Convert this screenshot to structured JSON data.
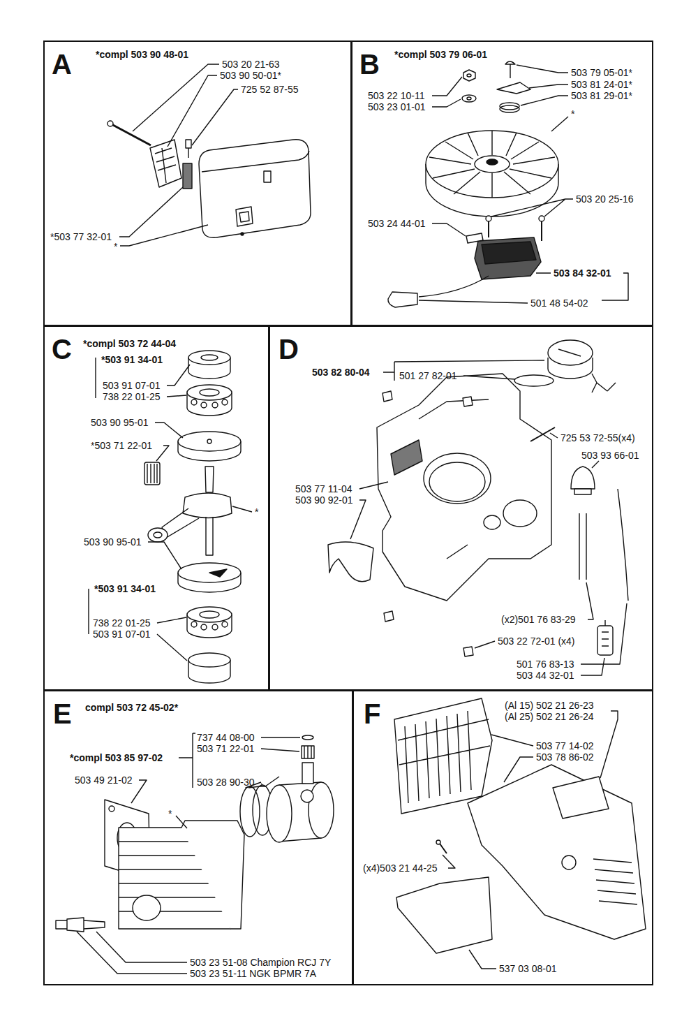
{
  "diagram": {
    "nodes": [
      {
        "text": [
          "A",
          "*compl 503 90 48-01"
        ]
      },
      {
        "text": [
          "B",
          "*compl 503 79 06-01"
        ]
      },
      {
        "text": [
          "C",
          "*compl 503 72 44-04"
        ]
      },
      {
        "text": [
          "D"
        ]
      },
      {
        "text": [
          "E",
          "compl 503 72 45-02*"
        ]
      },
      {
        "text": [
          "F"
        ]
      }
    ],
    "edges": [],
    "labels": [
      "503 20 21-63",
      "503 90 50-01*",
      "725 52 87-55",
      "*503 77 32-01",
      "*",
      "503 79 05-01*",
      "503 81 24-01*",
      "503 81 29-01*",
      "503 22 10-11",
      "503 23 01-01",
      "*",
      "503 20 25-16",
      "503 24 44-01",
      "503 84 32-01",
      "501 48 54-02",
      "*503 91 34-01",
      "503 91 07-01",
      "738 22 01-25",
      "503 90 95-01",
      "*503 71 22-01",
      "*",
      "503 90 95-01",
      "*503 91 34-01",
      "738 22 01-25",
      "503 91 07-01",
      "503 82 80-04",
      "501 27 82-01",
      "725 53 72-55(x4)",
      "503 93 66-01",
      "503 77 11-04",
      "503 90 92-01",
      "(x2)501 76 83-29",
      "503 22 72-01 (x4)",
      "501 76 83-13",
      "503 44 32-01",
      "*compl 503 85 97-02",
      "737 44 08-00",
      "503 71 22-01",
      "503 49 21-02",
      "503 28 90-30",
      "*",
      "503 23 51-08 Champion RCJ 7Y",
      "503 23 51-11 NGK BPMR 7A",
      "(Al 15) 502 21 26-23",
      "(Al 25) 502 21 26-24",
      "503 77 14-02",
      "503 78 86-02",
      "(x4)503 21 44-25",
      "537 03 08-01"
    ]
  }
}
